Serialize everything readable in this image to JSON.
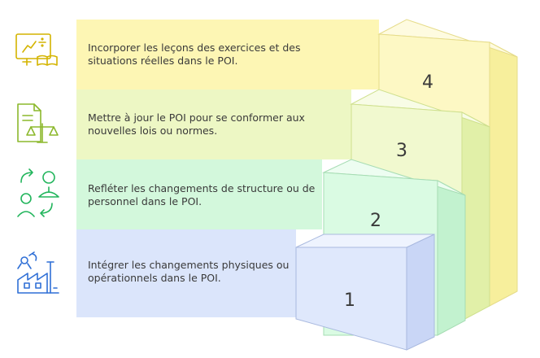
{
  "steps": [
    {
      "number": "4",
      "text": "Incorporer les leçons des exercices et des situations réelles dans le POI.",
      "icon": "lesson-book-icon",
      "band_color": "#fdf6b4",
      "step_front": "#fdf8c4",
      "step_top": "#fefbe0",
      "step_side": "#f7ef9c"
    },
    {
      "number": "3",
      "text": "Mettre à jour le POI pour se conformer aux nouvelles lois ou normes.",
      "icon": "legal-scale-icon",
      "band_color": "#edf7c4",
      "step_front": "#f1f9cf",
      "step_top": "#f8fce6",
      "step_side": "#e1f0a8"
    },
    {
      "number": "2",
      "text": "Refléter les changements de structure ou de personnel dans le POI.",
      "icon": "people-change-icon",
      "band_color": "#d3f8dc",
      "step_front": "#dafbe3",
      "step_top": "#edfdf1",
      "step_side": "#c2f2cf"
    },
    {
      "number": "1",
      "text": "Intégrer les changements physiques ou opérationnels dans le POI.",
      "icon": "factory-icon",
      "band_color": "#dbe5fb",
      "step_front": "#dfe8fc",
      "step_top": "#eef3fe",
      "step_side": "#c9d6f6"
    }
  ],
  "icon_colors": {
    "lesson-book-icon": "#d4b400",
    "legal-scale-icon": "#8cb82c",
    "people-change-icon": "#22b55c",
    "factory-icon": "#2f6fd6"
  }
}
